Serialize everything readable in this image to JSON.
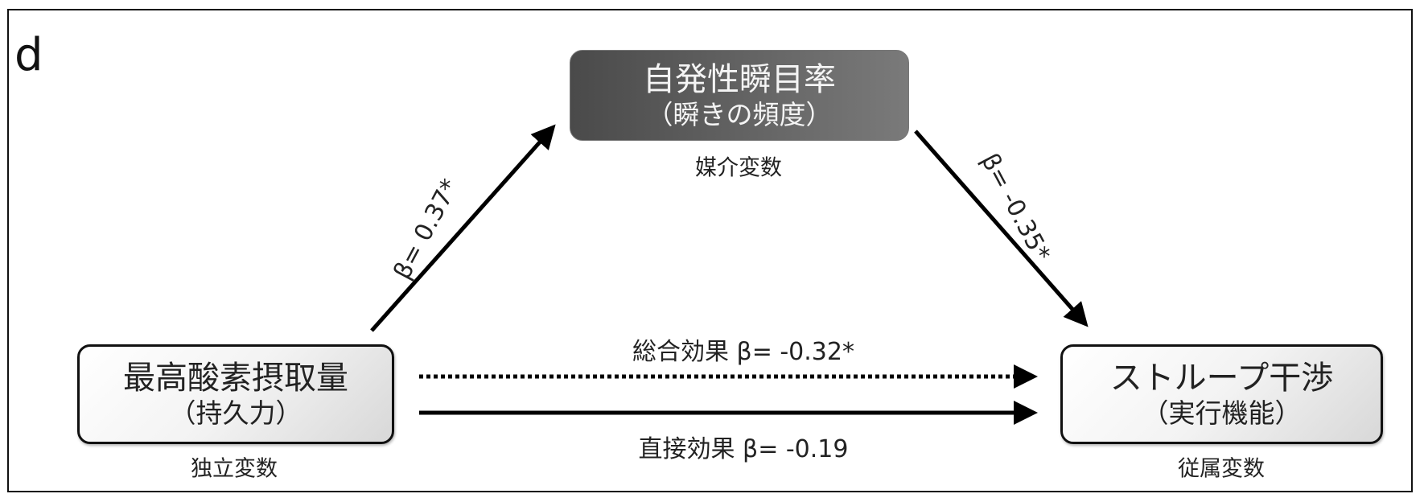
{
  "panel_label": "d",
  "mediator": {
    "title": "自発性瞬目率",
    "subtitle": "（瞬きの頻度）",
    "role": "媒介変数"
  },
  "independent": {
    "title": "最高酸素摂取量",
    "subtitle": "（持久力）",
    "role": "独立変数"
  },
  "dependent": {
    "title": "ストループ干渉",
    "subtitle": "（実行機能）",
    "role": "従属変数"
  },
  "paths": {
    "a": "β= 0.37*",
    "b": "β= -0.35*",
    "total": "総合効果 β=  -0.32*",
    "direct": "直接効果  β=  -0.19"
  },
  "colors": {
    "mediator_box": "#5a5a5a",
    "arrows": "#000000"
  }
}
